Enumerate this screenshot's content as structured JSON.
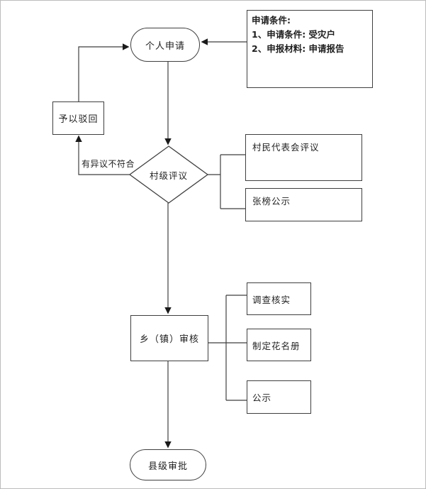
{
  "flowchart": {
    "nodes": {
      "apply": "个人申请",
      "conditions": {
        "line1": "申请条件:",
        "line2": "1、申请条件: 受灾户",
        "line3": "2、申报材料: 申请报告"
      },
      "reject": "予以驳回",
      "village_review": "村级评议",
      "villager_rep_review": "村民代表会评议",
      "post_public_notice": "张榜公示",
      "township_review": "乡（镇）审核",
      "investigate_verify": "调查核实",
      "make_roster": "制定花名册",
      "public_notice": "公示",
      "county_approval": "县级审批"
    },
    "edge_labels": {
      "objection": "有异议不符合"
    },
    "colors": {
      "line": "#3f3f3f",
      "arrow": "#1a1a1a",
      "text": "#1f1f1f",
      "background": "#ffffff",
      "frame": "#bcbcbc"
    }
  }
}
